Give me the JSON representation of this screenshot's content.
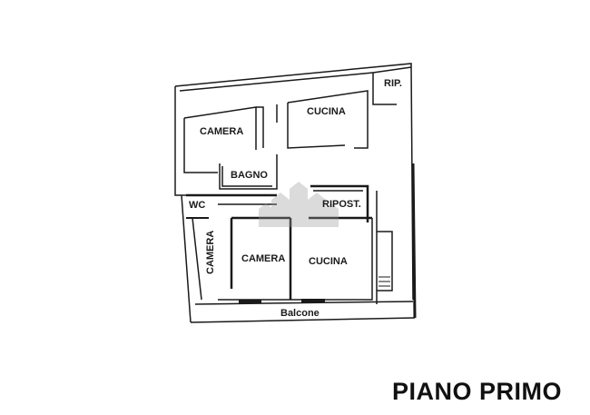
{
  "floor_plan": {
    "title": "PIANO PRIMO",
    "rooms": [
      {
        "name": "CAMERA",
        "area": "upper-left"
      },
      {
        "name": "CUCINA",
        "area": "upper-center"
      },
      {
        "name": "RIP.",
        "area": "upper-right"
      },
      {
        "name": "BAGNO",
        "area": "upper-center-left"
      },
      {
        "name": "WC",
        "area": "mid-left"
      },
      {
        "name": "RIPOST.",
        "area": "mid-right"
      },
      {
        "name": "CAMERA",
        "area": "lower-left-vertical"
      },
      {
        "name": "CAMERA",
        "area": "lower-center"
      },
      {
        "name": "CUCINA",
        "area": "lower-right"
      },
      {
        "name": "Balcone",
        "area": "bottom"
      }
    ]
  },
  "labels": {
    "camera_top": "CAMERA",
    "cucina_top": "CUCINA",
    "rip": "RIP.",
    "bagno": "BAGNO",
    "wc": "WC",
    "ripost": "RIPOST.",
    "camera_vertical": "CAMERA",
    "camera_bottom": "CAMERA",
    "cucina_bottom": "CUCINA",
    "balcone": "Balcone"
  },
  "colors": {
    "wall": "#1a1a1a",
    "background": "#ffffff",
    "watermark": "#9a9a9a"
  }
}
